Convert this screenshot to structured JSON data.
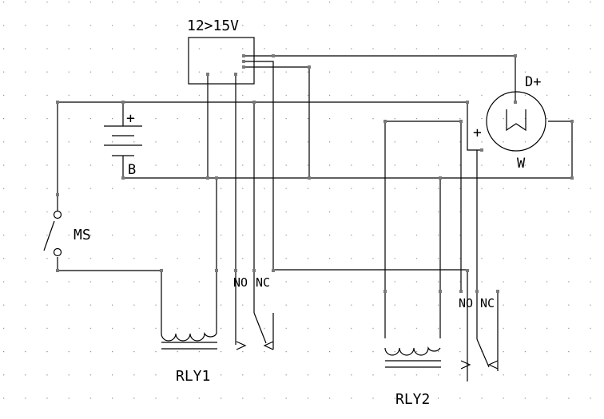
{
  "converter": {
    "label": "12>15V"
  },
  "battery": {
    "plus": "+",
    "name": "B"
  },
  "switch": {
    "name": "MS"
  },
  "relay1": {
    "name": "RLY1",
    "no": "NO",
    "nc": "NC"
  },
  "relay2": {
    "name": "RLY2",
    "no": "NO",
    "nc": "NC"
  },
  "pump": {
    "name": "W",
    "symbol": "W",
    "plus": "+",
    "terminal": "D+"
  },
  "colors": {
    "wire": "#000000",
    "dot": "#7a7a7a",
    "accent": "#1010ee"
  }
}
